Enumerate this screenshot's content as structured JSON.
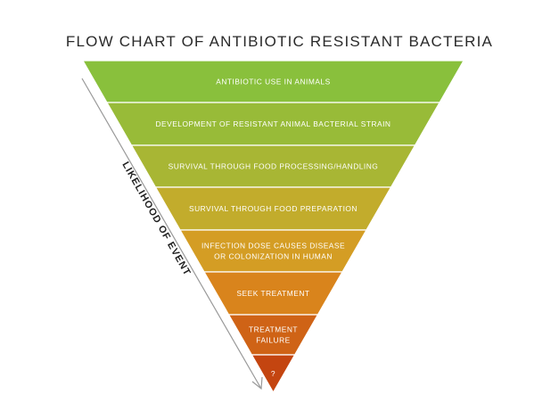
{
  "title": "FLOW CHART OF ANTIBIOTIC RESISTANT BACTERIA",
  "axis_label": "LIKELIHOOD OF EVENT",
  "levels": [
    {
      "lines": [
        "ANTIBIOTIC USE IN ANIMALS"
      ]
    },
    {
      "lines": [
        "DEVELOPMENT OF RESISTANT ANIMAL BACTERIAL STRAIN"
      ]
    },
    {
      "lines": [
        "SURVIVAL THROUGH FOOD PROCESSING/HANDLING"
      ]
    },
    {
      "lines": [
        "SURVIVAL THROUGH FOOD PREPARATION"
      ]
    },
    {
      "lines": [
        "INFECTION DOSE CAUSES DISEASE",
        "OR COLONIZATION IN HUMAN"
      ]
    },
    {
      "lines": [
        "SEEK TREATMENT"
      ]
    },
    {
      "lines": [
        "TREATMENT",
        "FAILURE"
      ]
    },
    {
      "lines": [
        "?"
      ]
    }
  ],
  "colors": [
    "#89c03c",
    "#98bb38",
    "#a8b634",
    "#c2ac2c",
    "#d49d24",
    "#d9841c",
    "#cf6316",
    "#c44510"
  ]
}
